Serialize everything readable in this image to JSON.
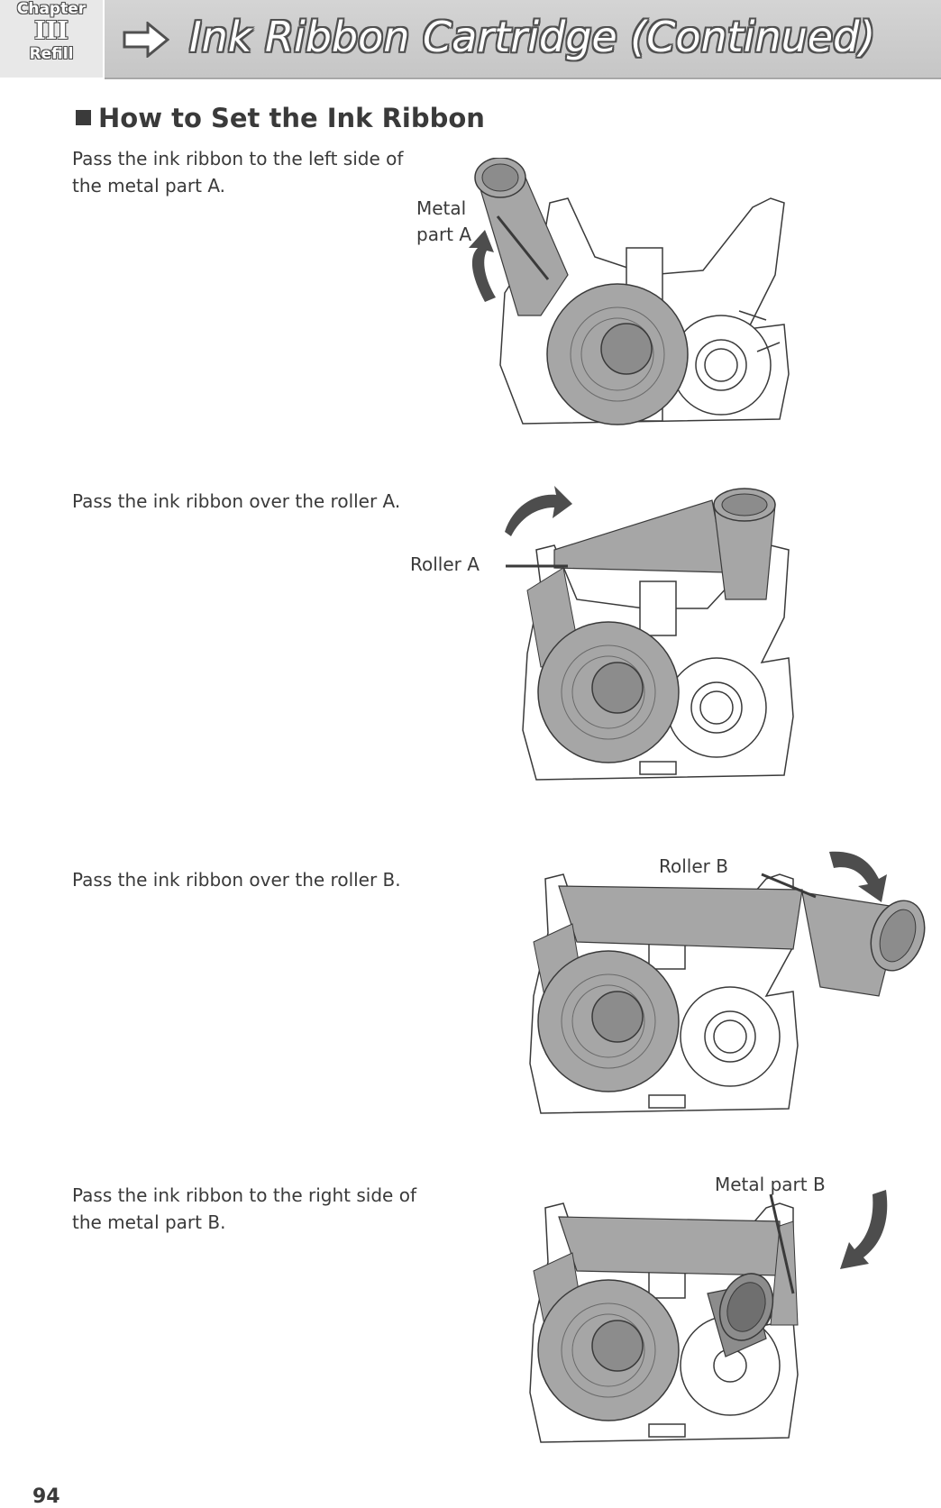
{
  "header": {
    "chapter_word": "Chapter",
    "chapter_number": "III",
    "chapter_name": "Refill",
    "arrow_icon": "right-arrow-icon",
    "title": "Ink Ribbon Cartridge (Continued)"
  },
  "section": {
    "heading": "How to Set the Ink Ribbon"
  },
  "steps": [
    {
      "text": "Pass the ink ribbon to the left side of the metal part A.",
      "callout": "Metal part A"
    },
    {
      "text": "Pass the ink ribbon over the roller A.",
      "callout": "Roller A"
    },
    {
      "text": "Pass the ink ribbon over the roller B.",
      "callout": "Roller B"
    },
    {
      "text": "Pass the ink ribbon to the right side of the metal part B.",
      "callout": "Metal part B"
    }
  ],
  "footer": {
    "page_number": "94"
  },
  "colors": {
    "header_bar": "#c8c8c8",
    "ribbon": "#a6a6a6",
    "text": "#3a3a3a",
    "arrow": "#4d4d4d"
  }
}
